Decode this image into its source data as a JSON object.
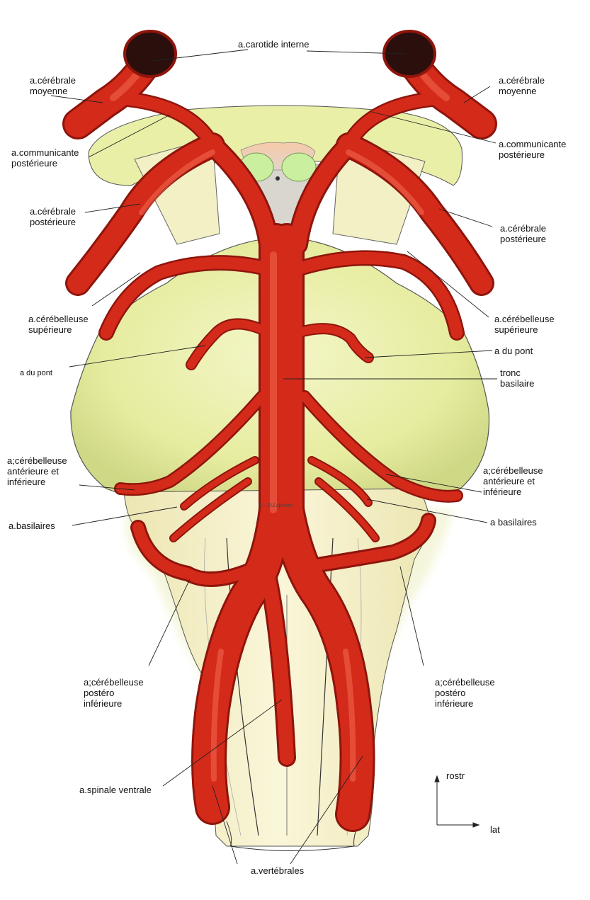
{
  "labels": {
    "carotide": "a.carotide interne",
    "cm_left": "a.cérébrale\nmoyenne",
    "cm_right": "a.cérébrale\nmoyenne",
    "comm_left": "a.communicante\npostérieure",
    "comm_right": "a.communicante\npostérieure",
    "cp_left": "a.cérébrale\npostérieure",
    "cp_right": "a.cérébrale\npostérieure",
    "cs_left": "a.cérébelleuse\nsupérieure",
    "cs_right": "a.cérébelleuse\nsupérieure",
    "pont_left": "a du pont",
    "pont_right": "a du pont",
    "tronc": "tronc\nbasilaire",
    "cai_left": "a;cérébelleuse\nantérieure et\ninférieure",
    "cai_right": "a;cérébelleuse\nantérieure et\ninférieure",
    "bas_left": "a.basilaires",
    "bas_right": "a basilaires",
    "cpi_left": "a;cérébelleuse\npostéro\ninférieure",
    "cpi_right": "a;cérébelleuse\npostéro\ninférieure",
    "spinale": "a.spinale ventrale",
    "vert": "a.vertébrales",
    "rostr": "rostr",
    "lat": "lat",
    "copyright": "© - D.Lefebvre"
  },
  "colors": {
    "artery": "#d42a1a",
    "artery_dark": "#8e150c",
    "artery_light": "#f0553f",
    "tissue": "#e8efaa",
    "tissue_dark": "#d7dd8e",
    "tissue_light": "#f6f5cc",
    "medulla": "#f4efc4",
    "optic": "#c6ef9e",
    "carotid_lumen": "#2a0f0d"
  }
}
